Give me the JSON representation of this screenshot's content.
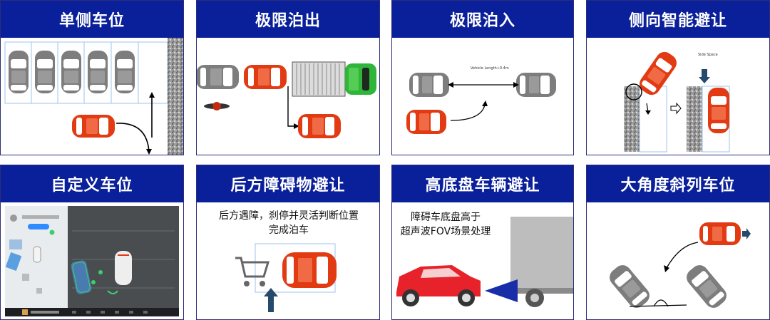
{
  "colors": {
    "header": "#0a1f9a",
    "red_car": "#e23a12",
    "grey_car": "#7d7d7d"
  },
  "cards": [
    {
      "title": "单侧车位"
    },
    {
      "title": "极限泊出"
    },
    {
      "title": "极限泊入",
      "note": "Vehicle Length+0.4m"
    },
    {
      "title": "侧向智能避让",
      "note": "Side Space"
    },
    {
      "title": "自定义车位"
    },
    {
      "title": "后方障碍物避让",
      "caption_line1": "后方遇障，刹停并灵活判断位置",
      "caption_line2": "完成泊车"
    },
    {
      "title": "高底盘车辆避让",
      "caption_line1": "障碍车底盘高于",
      "caption_line2": "超声波FOV场景处理"
    },
    {
      "title": "大角度斜列车位"
    }
  ]
}
